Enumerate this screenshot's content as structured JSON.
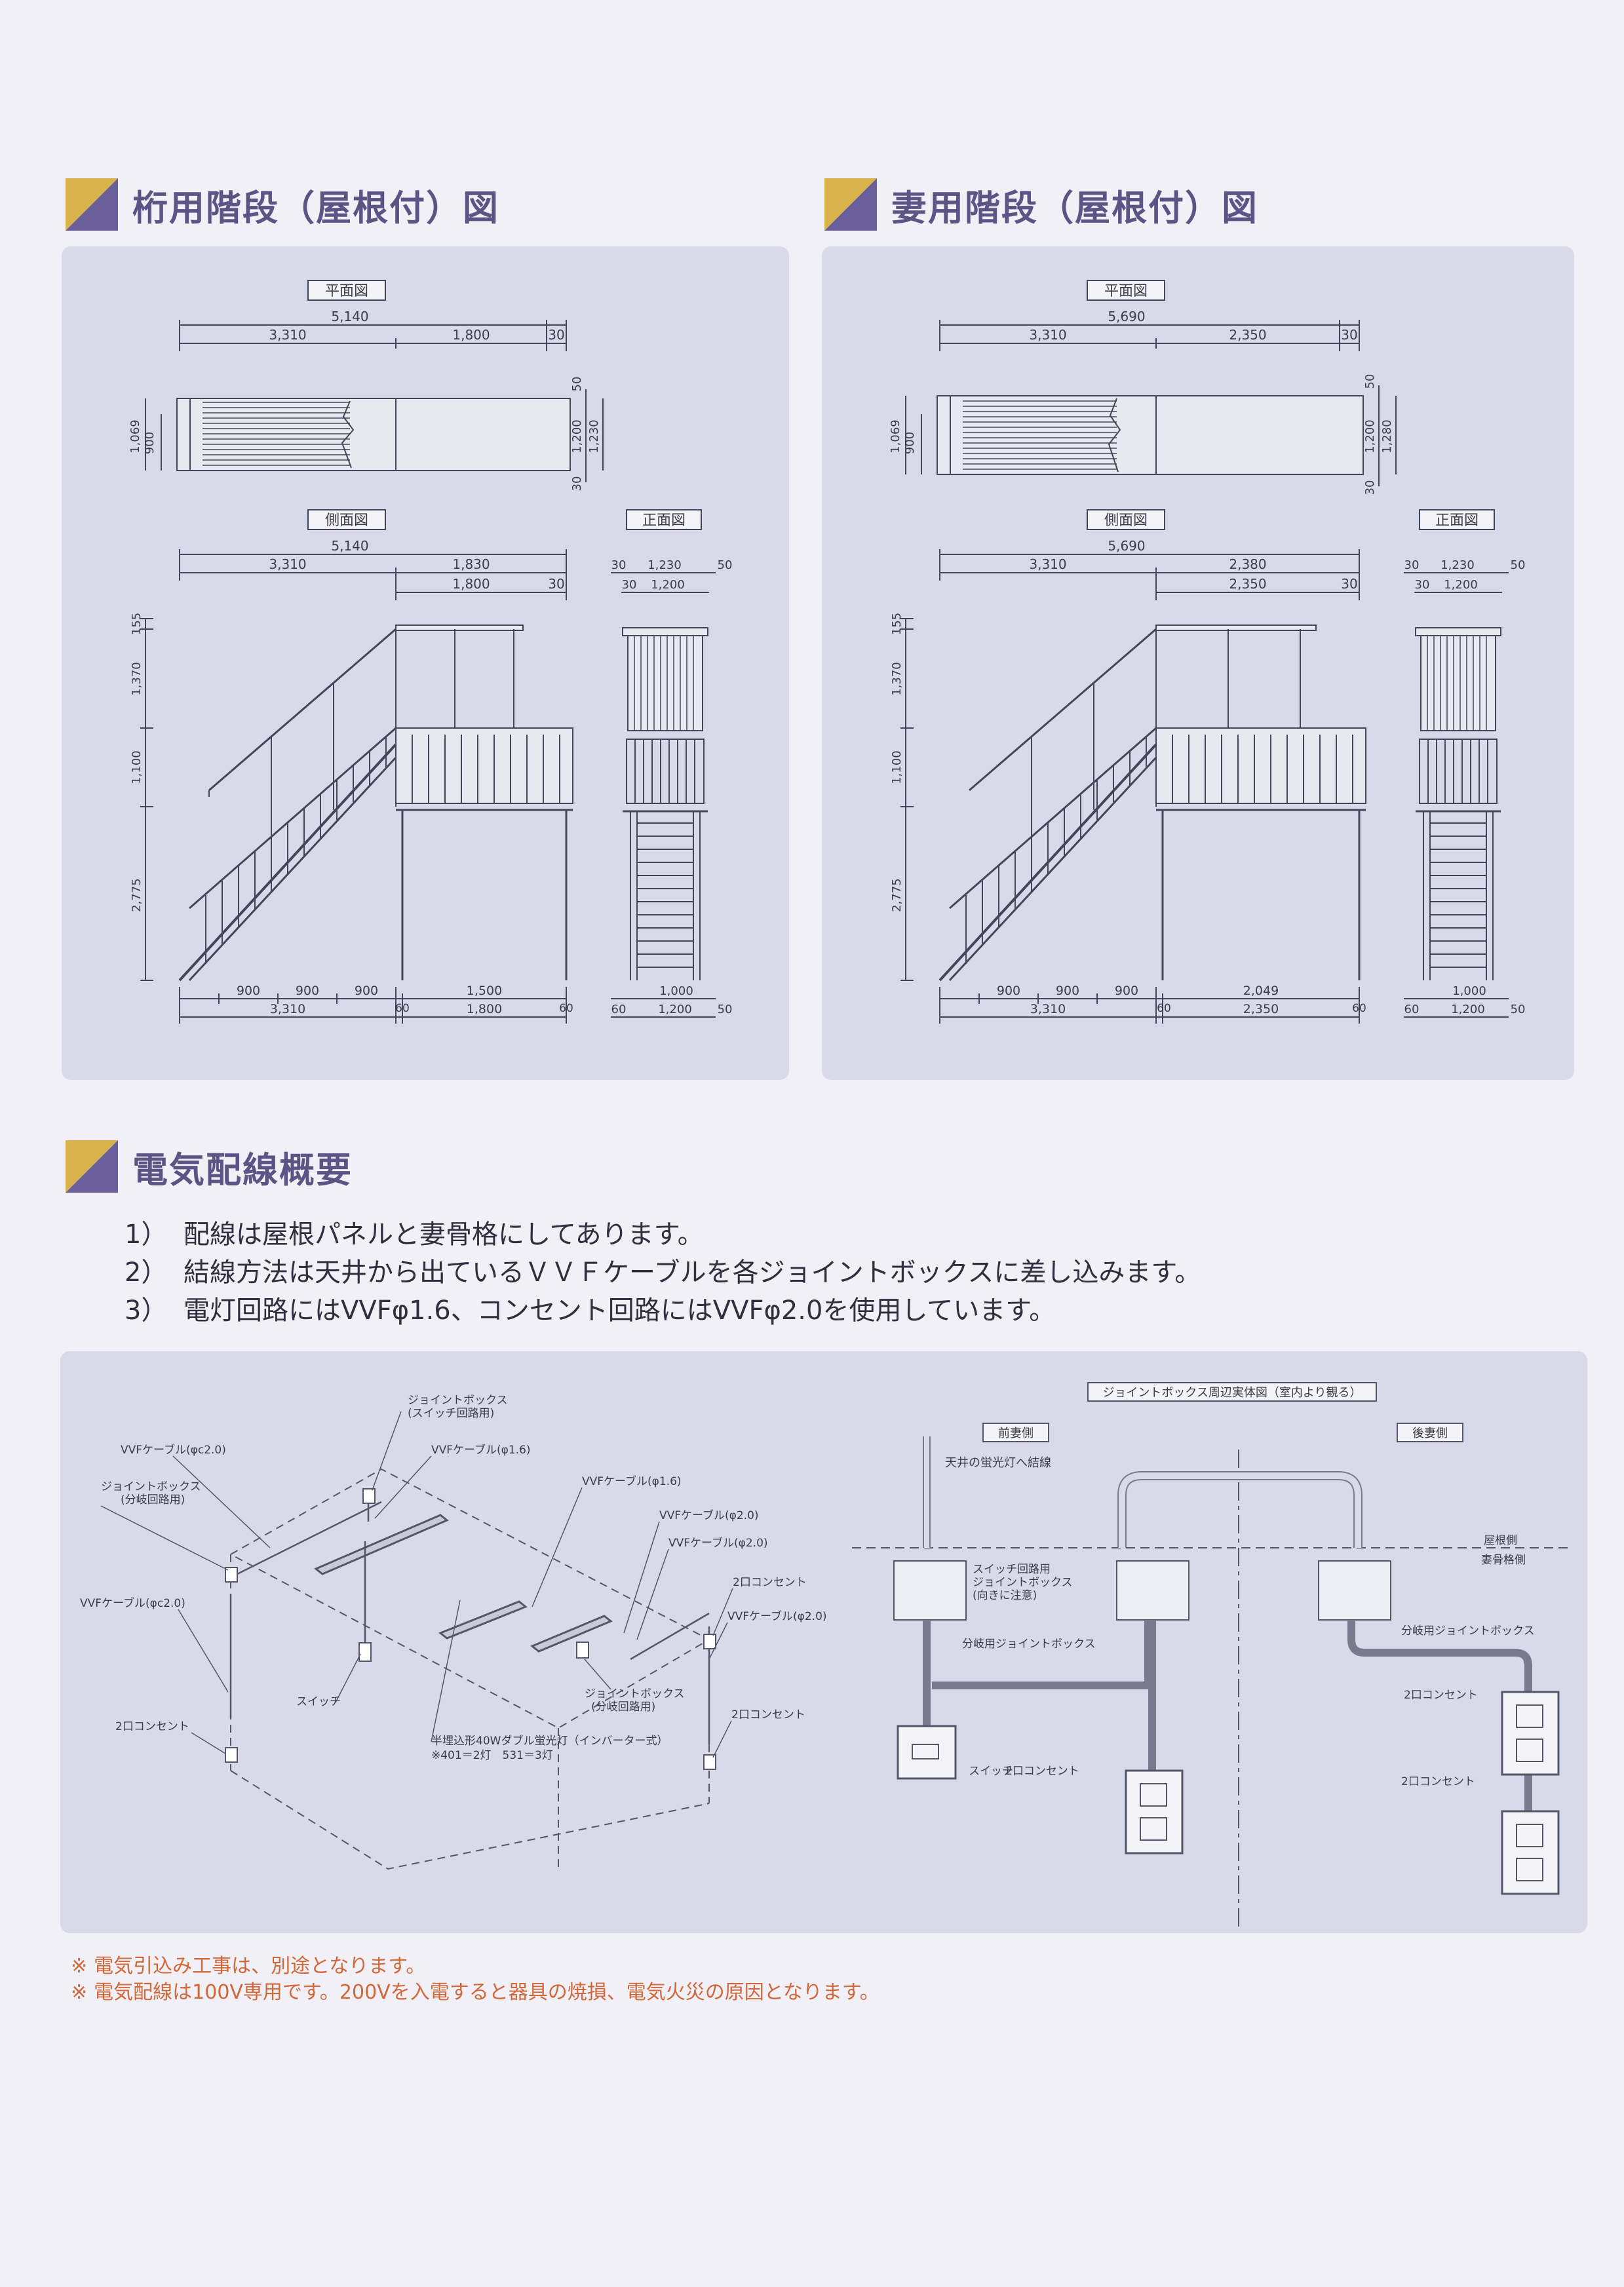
{
  "sections": {
    "keta_title": "桁用階段（屋根付）図",
    "tsuma_title": "妻用階段（屋根付）図",
    "elec_title": "電気配線概要"
  },
  "accent_colors": {
    "gold": "#d9b24c",
    "purple": "#6a5f9a",
    "panel": "#d9dae9",
    "warning": "#d2683a"
  },
  "keta": {
    "plan_label": "平面図",
    "side_label": "側面図",
    "front_label": "正面図",
    "plan": {
      "total": "5,140",
      "a": "3,310",
      "b": "1,800",
      "c": "30",
      "l1": "1,069",
      "l2": "900",
      "r1": "50",
      "r2": "1,200",
      "r3": "1,230",
      "r4": "30"
    },
    "side": {
      "total": "5,140",
      "a": "3,310",
      "b": "1,830",
      "c": "1,800",
      "d": "30",
      "v1": "155",
      "v2": "1,370",
      "v3": "1,100",
      "v4": "2,775",
      "s1": "900",
      "s2": "900",
      "s3": "900",
      "s4": "1,500",
      "p1": "60",
      "p2": "60",
      "t1": "3,310",
      "t2": "1,800"
    },
    "front": {
      "a": "30",
      "b": "1,230",
      "c": "50",
      "d": "30",
      "e": "1,200",
      "f": "1,000",
      "g": "60",
      "h": "1,200",
      "i": "50"
    }
  },
  "tsuma": {
    "plan_label": "平面図",
    "side_label": "側面図",
    "front_label": "正面図",
    "plan": {
      "total": "5,690",
      "a": "3,310",
      "b": "2,350",
      "c": "30",
      "l1": "1,069",
      "l2": "900",
      "r1": "50",
      "r2": "1,200",
      "r3": "1,280",
      "r4": "30"
    },
    "side": {
      "total": "5,690",
      "a": "3,310",
      "b": "2,380",
      "c": "2,350",
      "d": "30",
      "v1": "155",
      "v2": "1,370",
      "v3": "1,100",
      "v4": "2,775",
      "s1": "900",
      "s2": "900",
      "s3": "900",
      "s4": "2,049",
      "p1": "60",
      "p2": "60",
      "t1": "3,310",
      "t2": "2,350"
    },
    "front": {
      "a": "30",
      "b": "1,230",
      "c": "50",
      "d": "30",
      "e": "1,200",
      "f": "1,000",
      "g": "60",
      "h": "1,200",
      "i": "50"
    }
  },
  "notes": [
    {
      "num": "1）",
      "text": "配線は屋根パネルと妻骨格にしてあります。"
    },
    {
      "num": "2）",
      "text": "結線方法は天井から出ているＶＶＦケーブルを各ジョイントボックスに差し込みます。"
    },
    {
      "num": "3）",
      "text": "電灯回路にはVVFφ1.6、コンセント回路にはVVFφ2.0を使用しています。"
    }
  ],
  "wiring": {
    "jb_switch": "ジョイントボックス",
    "jb_switch_sub": "(スイッチ回路用)",
    "vvf_c20_a": "VVFケーブル(φc2.0)",
    "vvf_16_a": "VVFケーブル(φ1.6)",
    "jb_branch_a": "ジョイントボックス",
    "jb_branch_a_sub": "(分岐回路用)",
    "vvf_16_b": "VVFケーブル(φ1.6)",
    "vvf_20_a": "VVFケーブル(φ2.0)",
    "vvf_20_b": "VVFケーブル(φ2.0)",
    "outlet_a": "2口コンセント",
    "vvf_c20_b": "VVFケーブル(φc2.0)",
    "vvf_20_c": "VVFケーブル(φ2.0)",
    "switch": "スイッチ",
    "jb_branch_b": "ジョイントボックス",
    "jb_branch_b_sub": "(分岐回路用)",
    "outlet_b": "2口コンセント",
    "outlet_c": "2口コンセント",
    "lamp": "半埋込形40Wダブル蛍光灯（インバーター式）",
    "lamp_sub": "※401＝2灯　531＝3灯"
  },
  "jb_detail": {
    "title": "ジョイントボックス周辺実体図（室内より観る）",
    "front_side": "前妻側",
    "rear_side": "後妻側",
    "to_light": "天井の蛍光灯へ結線",
    "switch_jb": "スイッチ回路用",
    "switch_jb2": "ジョイントボックス",
    "switch_jb3": "(向きに注意)",
    "branch_jb": "分岐用ジョイントボックス",
    "branch_jb_rear": "分岐用ジョイントボックス",
    "roof_side": "屋根側",
    "frame_side": "妻骨格側",
    "outlet_1": "2口コンセント",
    "outlet_2": "2口コンセント",
    "outlet_3": "2口コンセント",
    "switch": "スイッチ"
  },
  "warnings": [
    "電気引込み工事は、別途となります。",
    "電気配線は100V専用です。200Vを入電すると器具の焼損、電気火災の原因となります。"
  ]
}
